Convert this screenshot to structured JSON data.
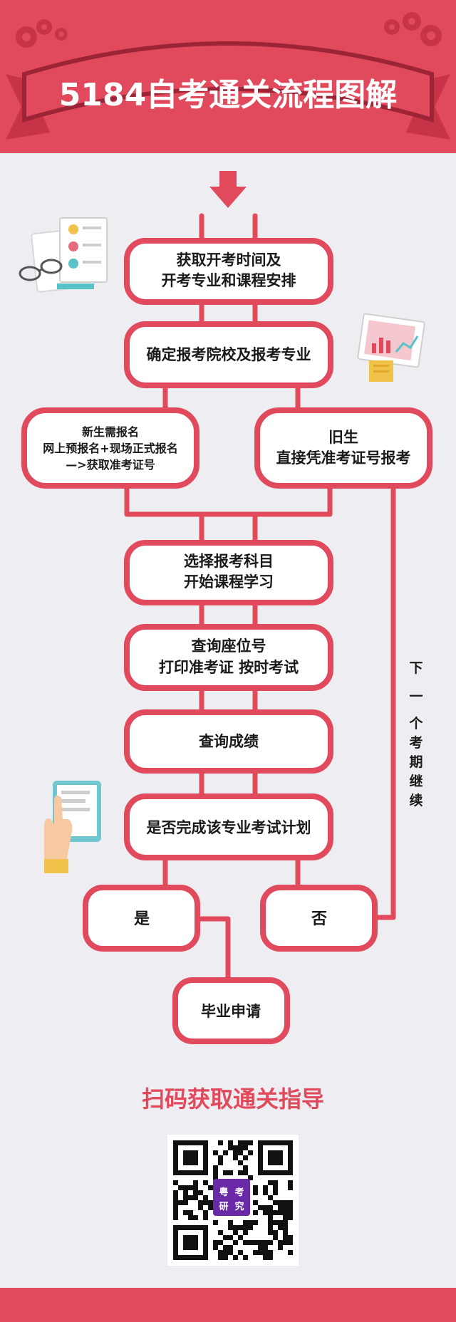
{
  "title": "5184自考通关流程图解",
  "steps": {
    "s1": [
      "获取开考时间及",
      "开考专业和课程安排"
    ],
    "s2": [
      "确定报考院校及报考专业"
    ],
    "new_student": [
      "新生需报名",
      "网上预报名+现场正式报名",
      "—>获取准考证号"
    ],
    "old_student": [
      "旧生",
      "直接凭准考证号报考"
    ],
    "s4": [
      "选择报考科目",
      "开始课程学习"
    ],
    "s5": [
      "查询座位号",
      "打印准考证  按时考试"
    ],
    "s6": [
      "查询成绩"
    ],
    "s7": [
      "是否完成该专业考试计划"
    ],
    "yes": [
      "是"
    ],
    "no": [
      "否"
    ],
    "graduate": [
      "毕业申请"
    ]
  },
  "loop_label": [
    "下",
    "一",
    "个",
    "考",
    "期",
    "继",
    "续"
  ],
  "cta": "扫码获取通关指导",
  "qr_logo": [
    "粤",
    "考",
    "研",
    "究"
  ],
  "colors": {
    "accent": "#e14a5c",
    "accent_dark": "#c73447",
    "background": "#eeedf1",
    "box_fill": "#ffffff"
  }
}
